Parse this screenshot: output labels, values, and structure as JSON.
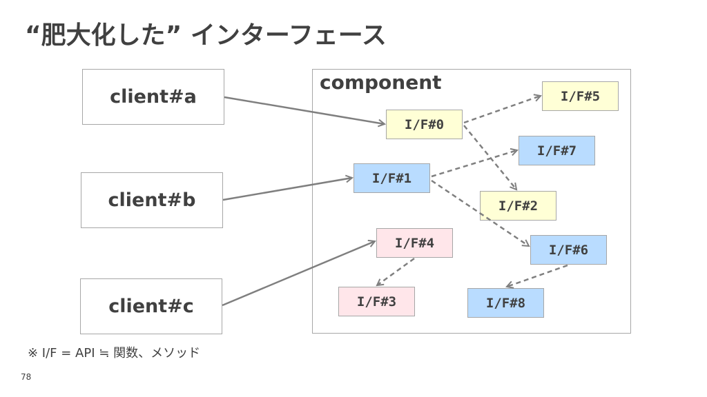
{
  "title": "“肥大化した” インターフェース",
  "clients": [
    {
      "id": "a",
      "label": "client#a"
    },
    {
      "id": "b",
      "label": "client#b"
    },
    {
      "id": "c",
      "label": "client#c"
    }
  ],
  "component": {
    "label": "component"
  },
  "interfaces": [
    {
      "id": "0",
      "label": "I/F#0",
      "color": "#ffffd6"
    },
    {
      "id": "1",
      "label": "I/F#1",
      "color": "#b9dcff"
    },
    {
      "id": "2",
      "label": "I/F#2",
      "color": "#ffffd6"
    },
    {
      "id": "3",
      "label": "I/F#3",
      "color": "#ffe6ea"
    },
    {
      "id": "4",
      "label": "I/F#4",
      "color": "#ffe6ea"
    },
    {
      "id": "5",
      "label": "I/F#5",
      "color": "#ffffd6"
    },
    {
      "id": "6",
      "label": "I/F#6",
      "color": "#b9dcff"
    },
    {
      "id": "7",
      "label": "I/F#7",
      "color": "#b9dcff"
    },
    {
      "id": "8",
      "label": "I/F#8",
      "color": "#b9dcff"
    }
  ],
  "edges": [
    {
      "from": "client#a",
      "to": "I/F#0",
      "style": "solid"
    },
    {
      "from": "client#b",
      "to": "I/F#1",
      "style": "solid"
    },
    {
      "from": "client#c",
      "to": "I/F#4",
      "style": "solid"
    },
    {
      "from": "I/F#0",
      "to": "I/F#5",
      "style": "dashed"
    },
    {
      "from": "I/F#0",
      "to": "I/F#2",
      "style": "dashed"
    },
    {
      "from": "I/F#1",
      "to": "I/F#7",
      "style": "dashed"
    },
    {
      "from": "I/F#1",
      "to": "I/F#6",
      "style": "dashed"
    },
    {
      "from": "I/F#4",
      "to": "I/F#3",
      "style": "dashed"
    },
    {
      "from": "I/F#6",
      "to": "I/F#8",
      "style": "dashed"
    }
  ],
  "note": "※ I/F = API ≒ 関数、メソッド",
  "page_number": "78"
}
